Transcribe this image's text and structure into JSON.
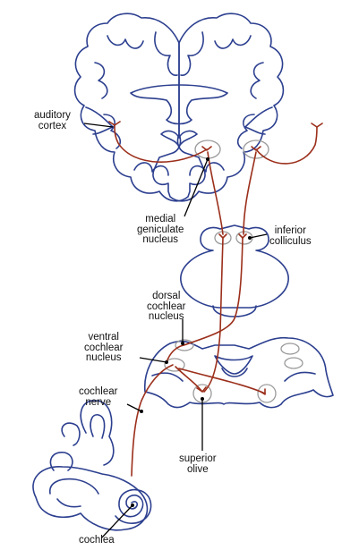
{
  "labels": {
    "auditory_cortex": [
      "auditory",
      "cortex"
    ],
    "medial_geniculate_nucleus": [
      "medial",
      "geniculate",
      "nucleus"
    ],
    "inferior_colliculus": [
      "inferior",
      "colliculus"
    ],
    "dorsal_cochlear_nucleus": [
      "dorsal",
      "cochlear",
      "nucleus"
    ],
    "ventral_cochlear_nucleus": [
      "ventral",
      "cochlear",
      "nucleus"
    ],
    "cochlear_nerve": [
      "cochlear",
      "nerve"
    ],
    "superior_olive": [
      "superior",
      "olive"
    ],
    "cochlea": [
      "cochlea"
    ]
  },
  "colors": {
    "outline": "#2c3f8f",
    "pathway": "#9b2f1b",
    "nucleus": "#9a9a9a",
    "leader": "#000000"
  }
}
